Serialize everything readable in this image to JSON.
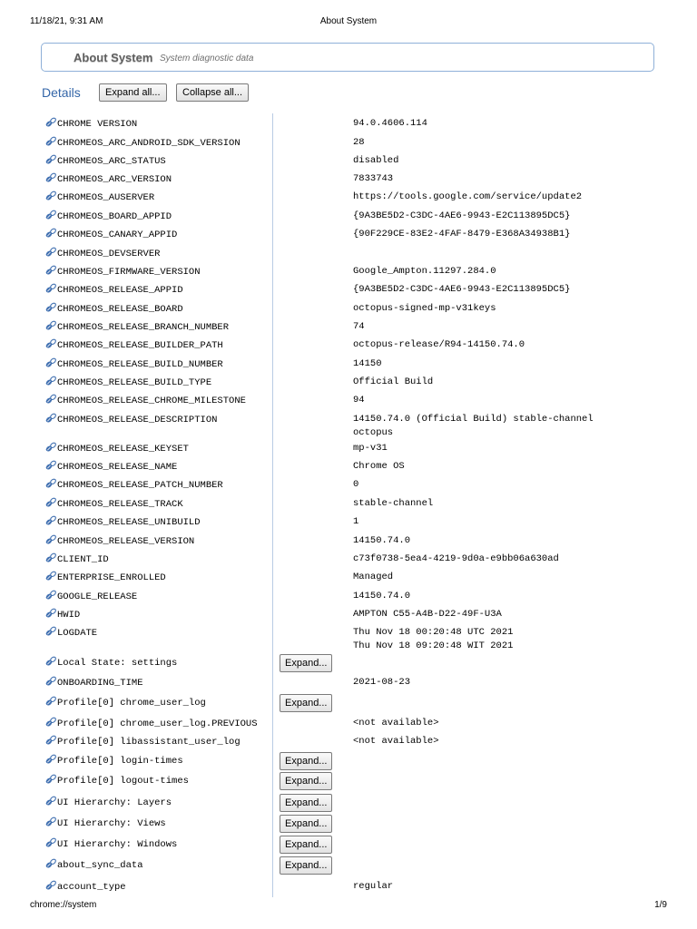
{
  "print_header": {
    "date": "11/18/21, 9:31 AM",
    "title": "About System"
  },
  "heading": {
    "title": "About System",
    "subtitle": "System diagnostic data"
  },
  "details": {
    "label": "Details",
    "expand_all": "Expand all...",
    "collapse_all": "Collapse all..."
  },
  "expand_label": "Expand...",
  "rows": [
    {
      "name": "CHROME VERSION",
      "value": "94.0.4606.114"
    },
    {
      "name": "CHROMEOS_ARC_ANDROID_SDK_VERSION",
      "value": "28"
    },
    {
      "name": "CHROMEOS_ARC_STATUS",
      "value": "disabled"
    },
    {
      "name": "CHROMEOS_ARC_VERSION",
      "value": "7833743"
    },
    {
      "name": "CHROMEOS_AUSERVER",
      "value": "https://tools.google.com/service/update2"
    },
    {
      "name": "CHROMEOS_BOARD_APPID",
      "value": "{9A3BE5D2-C3DC-4AE6-9943-E2C113895DC5}"
    },
    {
      "name": "CHROMEOS_CANARY_APPID",
      "value": "{90F229CE-83E2-4FAF-8479-E368A34938B1}"
    },
    {
      "name": "CHROMEOS_DEVSERVER",
      "value": ""
    },
    {
      "name": "CHROMEOS_FIRMWARE_VERSION",
      "value": "Google_Ampton.11297.284.0"
    },
    {
      "name": "CHROMEOS_RELEASE_APPID",
      "value": "{9A3BE5D2-C3DC-4AE6-9943-E2C113895DC5}"
    },
    {
      "name": "CHROMEOS_RELEASE_BOARD",
      "value": "octopus-signed-mp-v31keys"
    },
    {
      "name": "CHROMEOS_RELEASE_BRANCH_NUMBER",
      "value": "74"
    },
    {
      "name": "CHROMEOS_RELEASE_BUILDER_PATH",
      "value": "octopus-release/R94-14150.74.0"
    },
    {
      "name": "CHROMEOS_RELEASE_BUILD_NUMBER",
      "value": "14150"
    },
    {
      "name": "CHROMEOS_RELEASE_BUILD_TYPE",
      "value": "Official Build"
    },
    {
      "name": "CHROMEOS_RELEASE_CHROME_MILESTONE",
      "value": "94"
    },
    {
      "name": "CHROMEOS_RELEASE_DESCRIPTION",
      "value": "14150.74.0 (Official Build) stable-channel\noctopus"
    },
    {
      "name": "CHROMEOS_RELEASE_KEYSET",
      "value": "mp-v31"
    },
    {
      "name": "CHROMEOS_RELEASE_NAME",
      "value": "Chrome OS"
    },
    {
      "name": "CHROMEOS_RELEASE_PATCH_NUMBER",
      "value": "0"
    },
    {
      "name": "CHROMEOS_RELEASE_TRACK",
      "value": "stable-channel"
    },
    {
      "name": "CHROMEOS_RELEASE_UNIBUILD",
      "value": "1"
    },
    {
      "name": "CHROMEOS_RELEASE_VERSION",
      "value": "14150.74.0"
    },
    {
      "name": "CLIENT_ID",
      "value": "c73f0738-5ea4-4219-9d0a-e9bb06a630ad"
    },
    {
      "name": "ENTERPRISE_ENROLLED",
      "value": "Managed"
    },
    {
      "name": "GOOGLE_RELEASE",
      "value": "14150.74.0"
    },
    {
      "name": "HWID",
      "value": "AMPTON C55-A4B-D22-49F-U3A"
    },
    {
      "name": "LOGDATE",
      "value": "Thu Nov 18 00:20:48 UTC 2021\nThu Nov 18 09:20:48 WIT 2021"
    },
    {
      "name": "Local State: settings",
      "value": "",
      "expand": true
    },
    {
      "name": "ONBOARDING_TIME",
      "value": "2021-08-23"
    },
    {
      "name": "Profile[0] chrome_user_log",
      "value": "",
      "expand": true
    },
    {
      "name": "Profile[0] chrome_user_log.PREVIOUS",
      "value": "<not available>"
    },
    {
      "name": "Profile[0] libassistant_user_log",
      "value": "<not available>"
    },
    {
      "name": "Profile[0] login-times",
      "value": "",
      "expand": true
    },
    {
      "name": "Profile[0] logout-times",
      "value": "",
      "expand": true
    },
    {
      "name": "UI Hierarchy: Layers",
      "value": "",
      "expand": true
    },
    {
      "name": "UI Hierarchy: Views",
      "value": "",
      "expand": true
    },
    {
      "name": "UI Hierarchy: Windows",
      "value": "",
      "expand": true
    },
    {
      "name": "about_sync_data",
      "value": "",
      "expand": true
    },
    {
      "name": "account_type",
      "value": "regular"
    }
  ],
  "print_footer": {
    "url": "chrome://system",
    "page": "1/9"
  },
  "colors": {
    "accent": "#3466a8",
    "border": "#8fb0d8",
    "divider": "#b9cbe4"
  },
  "icons": {
    "row_link": "link-icon"
  }
}
